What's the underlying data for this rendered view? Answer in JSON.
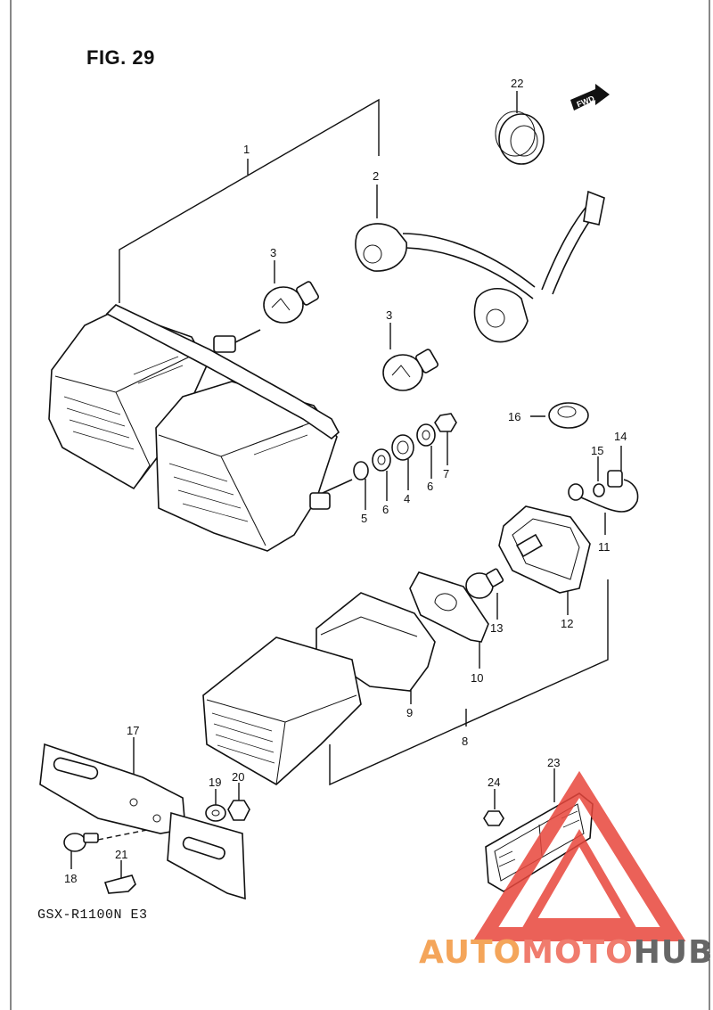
{
  "figure": {
    "title": "FIG. 29",
    "model": "GSX-R1100N E3"
  },
  "forward_badge": "FWD",
  "callouts": [
    {
      "id": "c1",
      "text": "1"
    },
    {
      "id": "c2",
      "text": "2"
    },
    {
      "id": "c3a",
      "text": "3"
    },
    {
      "id": "c3b",
      "text": "3"
    },
    {
      "id": "c4",
      "text": "4"
    },
    {
      "id": "c5",
      "text": "5"
    },
    {
      "id": "c6a",
      "text": "6"
    },
    {
      "id": "c6b",
      "text": "6"
    },
    {
      "id": "c7",
      "text": "7"
    },
    {
      "id": "c8",
      "text": "8"
    },
    {
      "id": "c9",
      "text": "9"
    },
    {
      "id": "c10",
      "text": "10"
    },
    {
      "id": "c11",
      "text": "11"
    },
    {
      "id": "c12",
      "text": "12"
    },
    {
      "id": "c13",
      "text": "13"
    },
    {
      "id": "c14",
      "text": "14"
    },
    {
      "id": "c15",
      "text": "15"
    },
    {
      "id": "c16",
      "text": "16"
    },
    {
      "id": "c17",
      "text": "17"
    },
    {
      "id": "c18",
      "text": "18"
    },
    {
      "id": "c19",
      "text": "19"
    },
    {
      "id": "c20",
      "text": "20"
    },
    {
      "id": "c21",
      "text": "21"
    },
    {
      "id": "c22",
      "text": "22"
    },
    {
      "id": "c23",
      "text": "23"
    },
    {
      "id": "c24",
      "text": "24"
    }
  ],
  "watermark": {
    "part1": "AUTO",
    "part2": "MOTO",
    "part3": "HUB",
    "colors": {
      "part1": "#f4a55a",
      "part2": "#f07b6d",
      "part3": "#666666",
      "triangle": "#e8463c"
    }
  }
}
